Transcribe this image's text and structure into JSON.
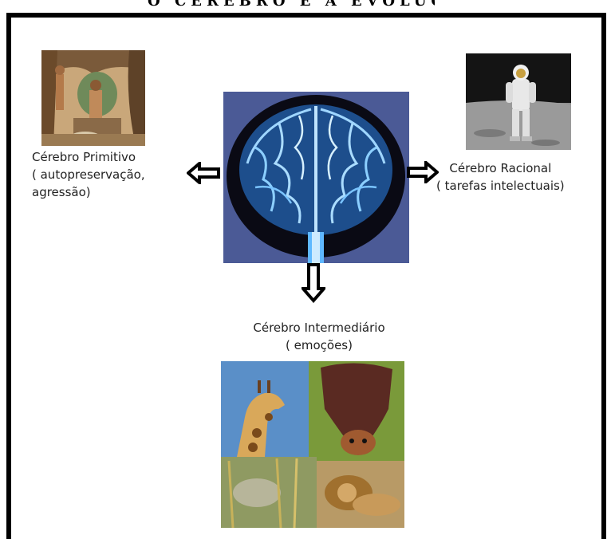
{
  "header": {
    "partial_text": "O CÉREBRO E A EVOLUÇÃO DO"
  },
  "labels": {
    "primitive": "Cérebro Primitivo\n( autopreservação,\nagressão)",
    "rational": "Cérebro Racional\n( tarefas intelectuais)",
    "intermediate": "Cérebro Intermediário\n( emoções)"
  },
  "images": {
    "primitive": "cave-people-painting",
    "rational": "astronaut-on-moon",
    "brain": "glowing-blue-brain",
    "animals": "animals-collage-giraffe-bat-capybara-lion"
  },
  "colors": {
    "brain_bg": "#4b5a96",
    "brain_glow": "#5fb8ff",
    "frame": "#000000"
  }
}
